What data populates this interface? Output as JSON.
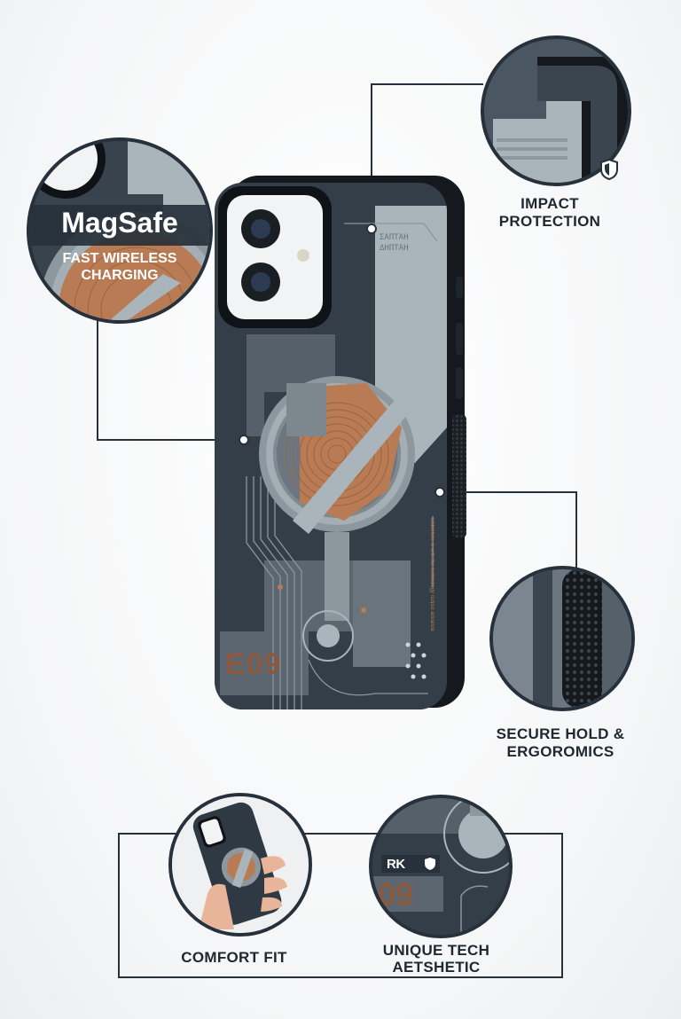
{
  "features": {
    "magsafe": {
      "title": "MagSafe",
      "line1": "FAST WIRELESS",
      "line2": "CHARGING"
    },
    "impact": {
      "line1": "IMPACT",
      "line2": "PROTECTION"
    },
    "grip": {
      "line1": "SECURE HOLD &",
      "line2": "ERGOROMICS"
    },
    "comfort": {
      "line1": "COMFORT FIT"
    },
    "aesthetic": {
      "line1": "UNIQUE TECH",
      "line2": "AETSHETIC"
    }
  },
  "case": {
    "model_text": "E09",
    "brand_text": "RK",
    "caption_text": "Cablefree is with the technology output advance",
    "crop_model_text": "09",
    "top_glyphs": "ΣΑΠΤΑΗ ΔΗΠΤΑΗ"
  },
  "colors": {
    "case": "#333c46",
    "panel": "#a9b5bb",
    "copper": "#b97b54",
    "ring": "#9aa3aa",
    "line": "#27313b"
  }
}
